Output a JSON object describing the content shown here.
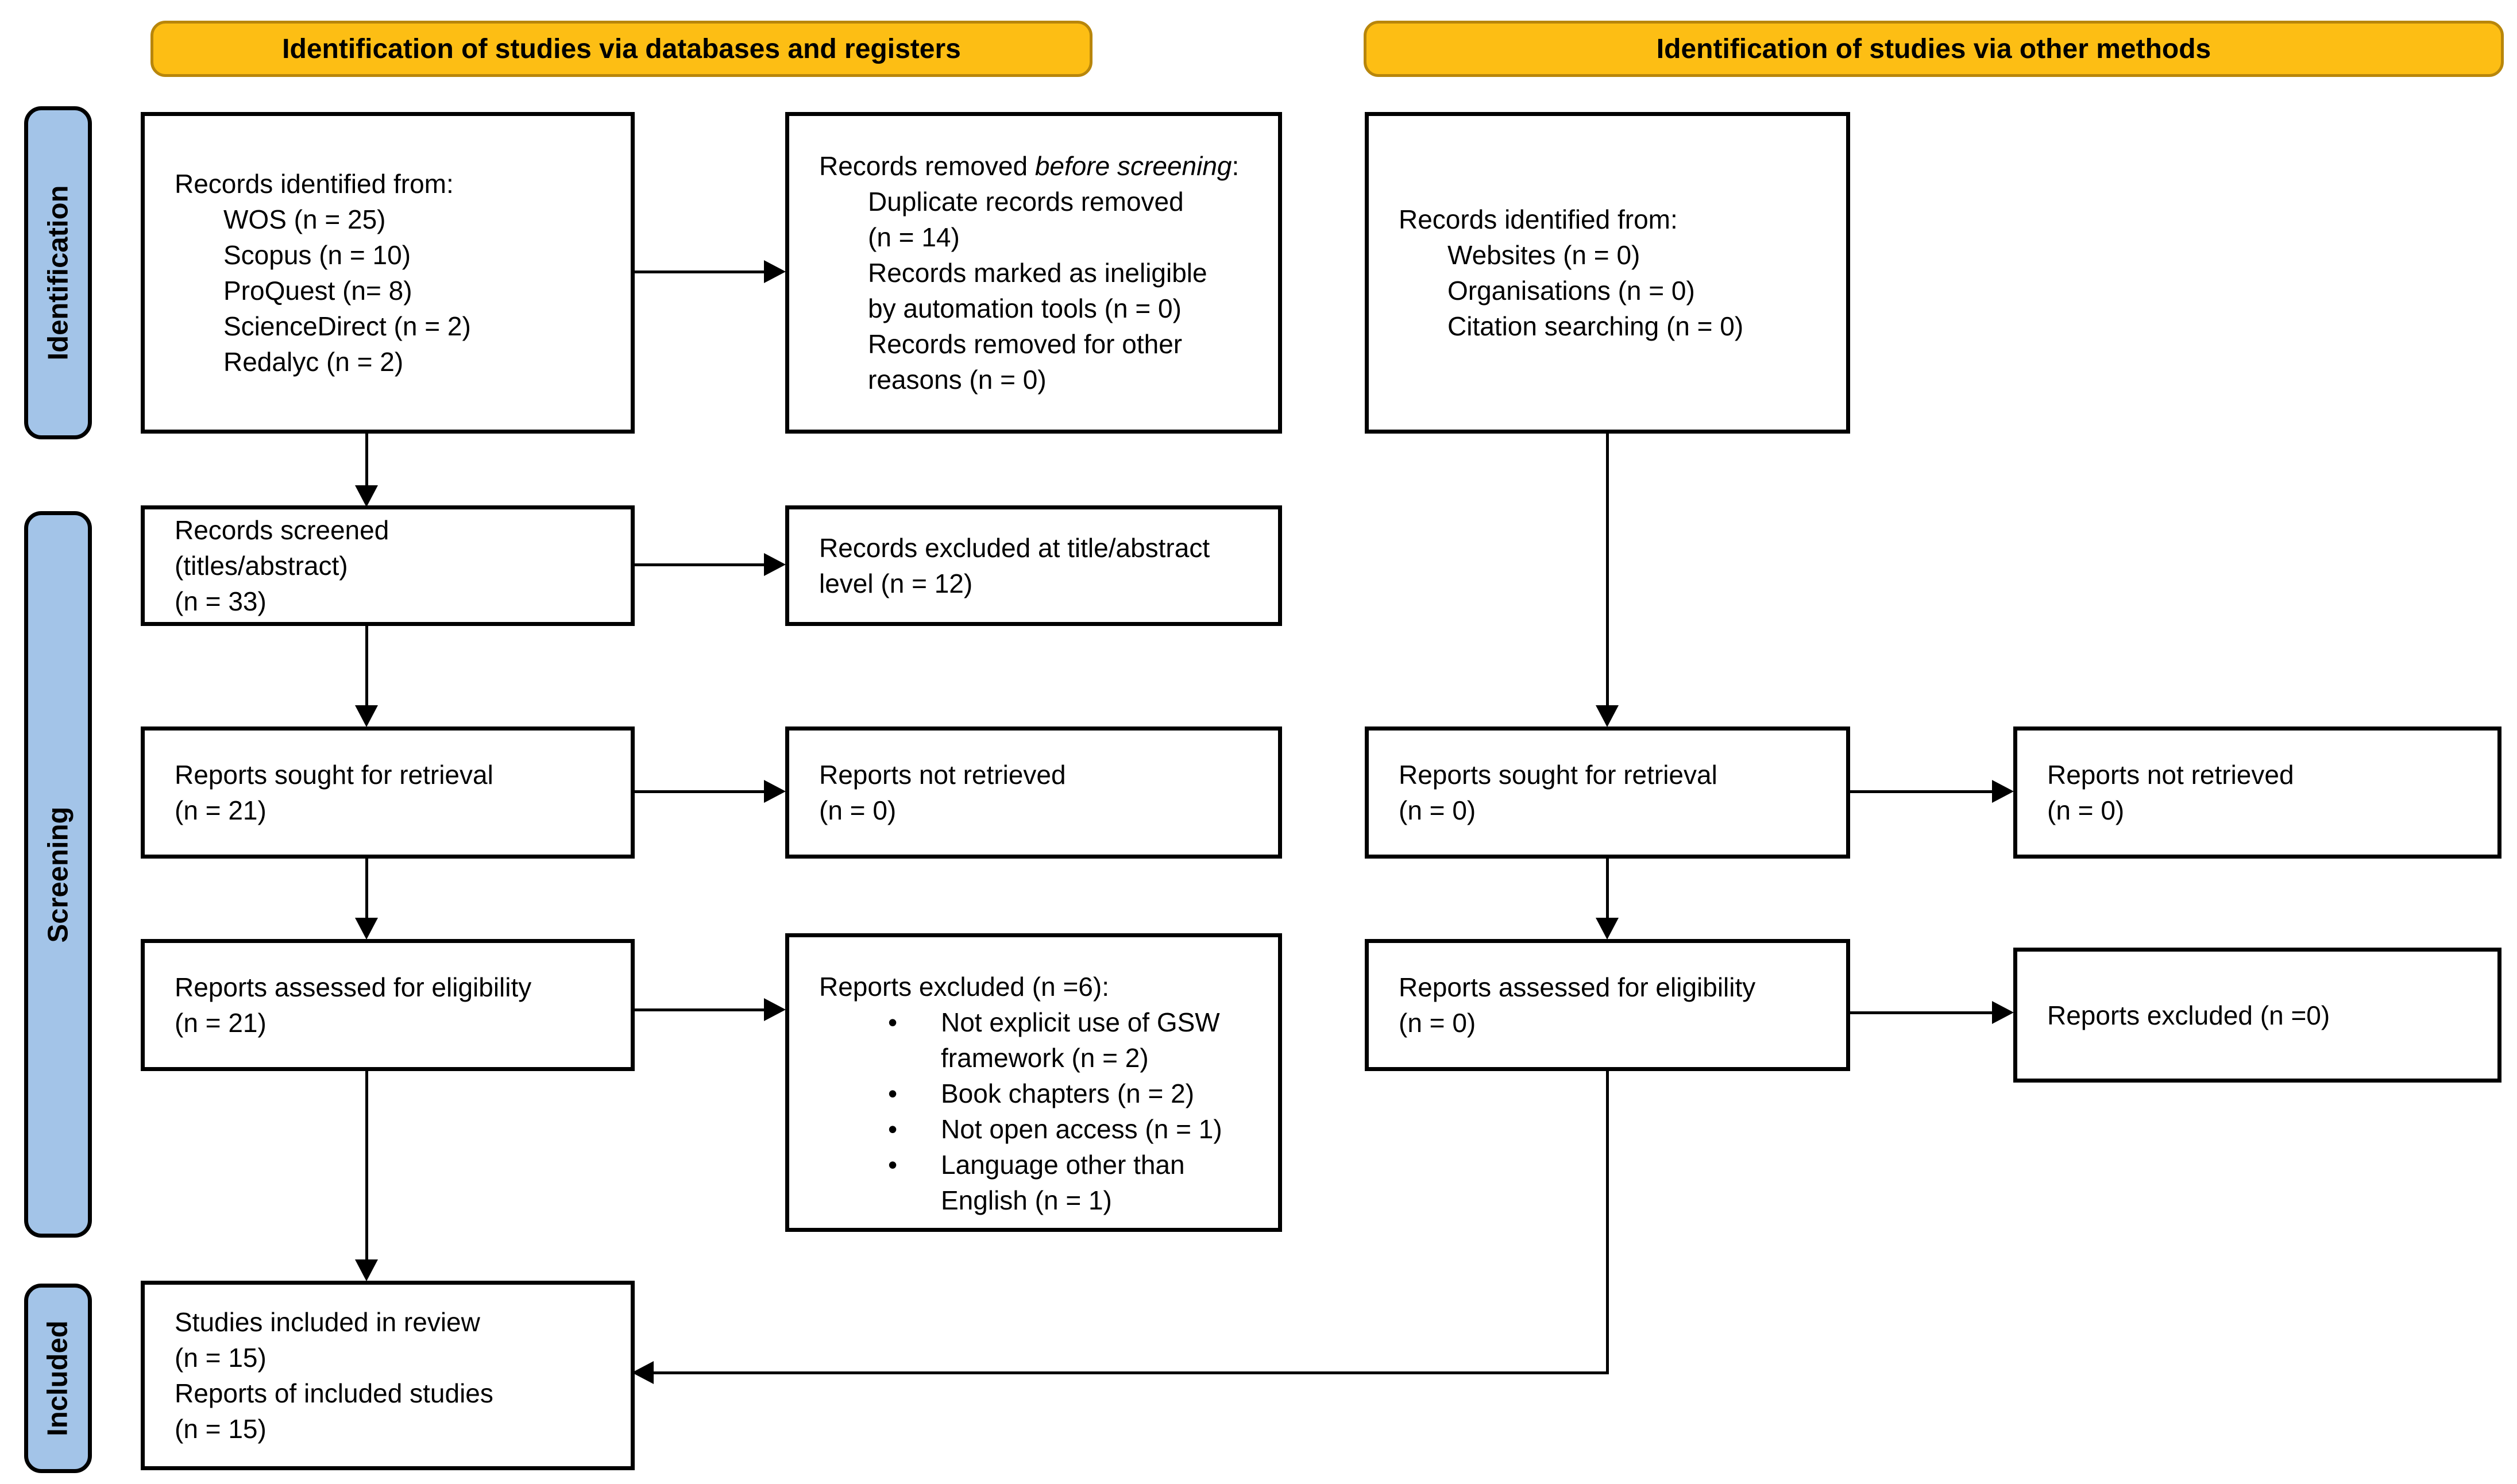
{
  "banners": {
    "databases": "Identification of studies via databases and registers",
    "other": "Identification of studies via other methods"
  },
  "sidebar": {
    "identification": "Identification",
    "screening": "Screening",
    "included": "Included"
  },
  "colors": {
    "banner_fill": "#FDBE14",
    "banner_border": "#B8860B",
    "sidebar_fill": "#A3C4E8",
    "box_border": "#000000"
  },
  "boxes": {
    "db_identified": {
      "heading": "Records identified from:",
      "items": [
        "WOS (n = 25)",
        "Scopus (n = 10)",
        "ProQuest (n= 8)",
        "ScienceDirect (n = 2)",
        "Redalyc (n = 2)"
      ]
    },
    "records_removed": {
      "prefix": "Records removed ",
      "italic": "before screening",
      "suffix": ":",
      "items": [
        [
          "Duplicate records removed",
          "(n = 14)"
        ],
        [
          "Records marked as ineligible",
          "by automation tools (n = 0)"
        ],
        [
          "Records removed for other",
          "reasons (n = 0)"
        ]
      ]
    },
    "other_identified": {
      "heading": "Records identified from:",
      "items": [
        "Websites (n = 0)",
        "Organisations (n = 0)",
        "Citation searching (n = 0)"
      ]
    },
    "records_screened": {
      "lines": [
        "Records screened",
        "(titles/abstract)",
        "(n = 33)"
      ]
    },
    "records_excluded_title": {
      "lines": [
        "Records excluded at title/abstract",
        "level (n = 12)"
      ]
    },
    "reports_sought_db": {
      "lines": [
        "Reports sought for retrieval",
        "(n = 21)"
      ]
    },
    "reports_not_retrieved_db": {
      "lines": [
        "Reports not retrieved",
        "(n = 0)"
      ]
    },
    "reports_sought_other": {
      "lines": [
        "Reports sought for retrieval",
        "(n = 0)"
      ]
    },
    "reports_not_retrieved_other": {
      "lines": [
        "Reports not retrieved",
        "(n = 0)"
      ]
    },
    "reports_assessed_db": {
      "lines": [
        "Reports assessed for eligibility",
        "(n = 21)"
      ]
    },
    "reports_excluded_db": {
      "heading": "Reports excluded (n =6):",
      "bullets": [
        [
          "Not explicit use of GSW",
          "framework (n = 2)"
        ],
        [
          "Book chapters (n = 2)"
        ],
        [
          "Not open access (n = 1)"
        ],
        [
          "Language other than",
          "English (n = 1)"
        ]
      ]
    },
    "reports_assessed_other": {
      "lines": [
        "Reports assessed for eligibility",
        "(n = 0)"
      ]
    },
    "reports_excluded_other": {
      "lines": [
        "Reports excluded (n =0)"
      ]
    },
    "included_studies": {
      "lines": [
        "Studies included in review",
        "(n = 15)",
        "Reports of included studies",
        "(n = 15)"
      ]
    }
  }
}
